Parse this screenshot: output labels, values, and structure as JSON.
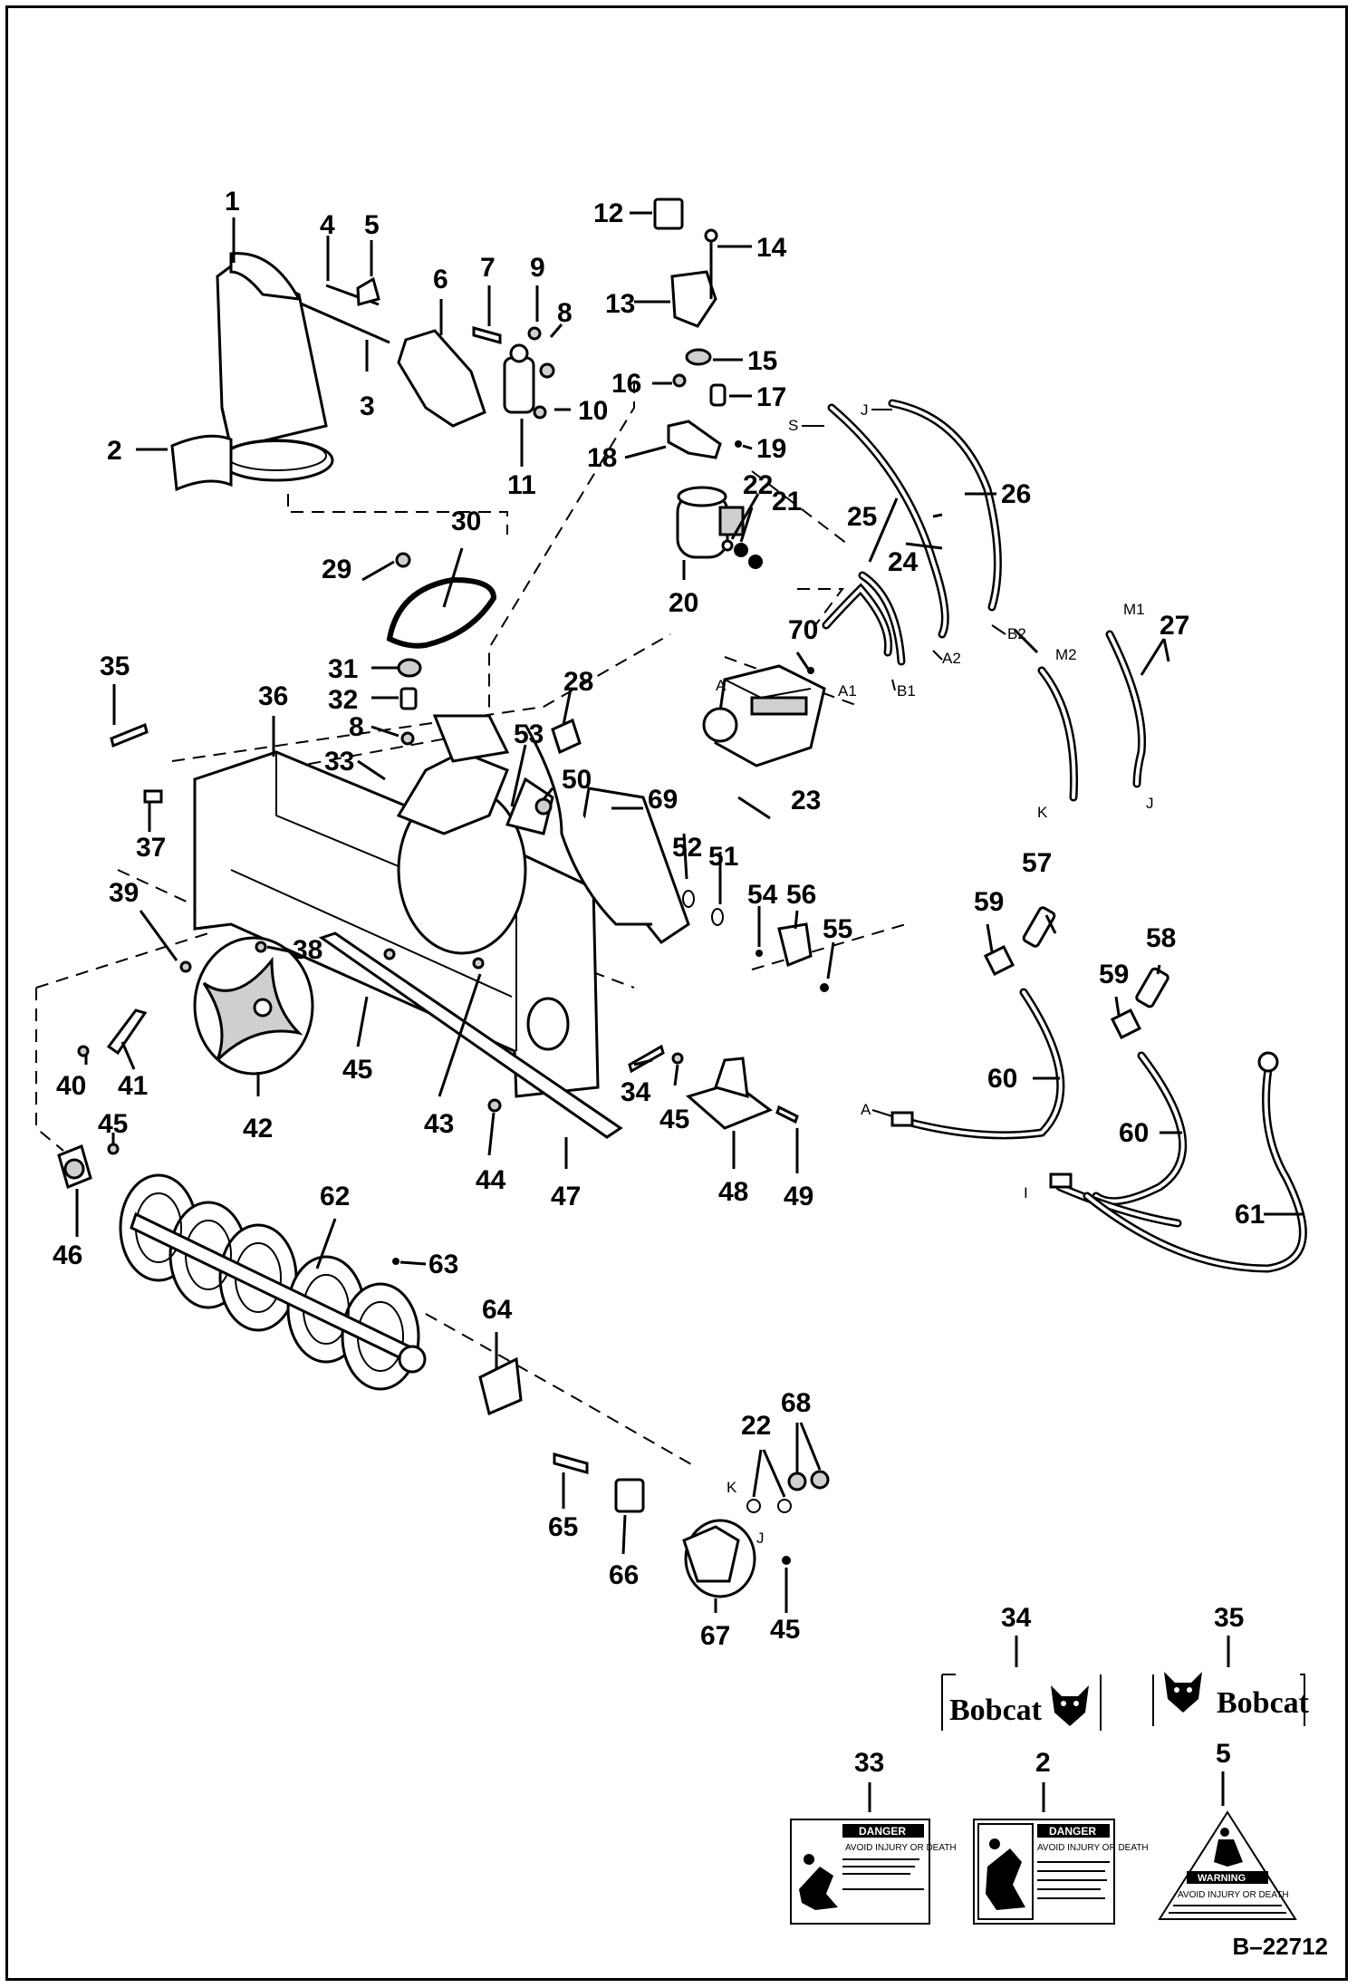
{
  "diagram": {
    "reference": "B–22712",
    "callouts": [
      "1",
      "2",
      "3",
      "4",
      "5",
      "6",
      "7",
      "8",
      "9",
      "10",
      "11",
      "12",
      "13",
      "14",
      "15",
      "16",
      "17",
      "18",
      "19",
      "20",
      "21",
      "22",
      "23",
      "24",
      "25",
      "26",
      "27",
      "28",
      "29",
      "30",
      "31",
      "32",
      "33",
      "34",
      "35",
      "36",
      "37",
      "38",
      "39",
      "40",
      "41",
      "42",
      "43",
      "44",
      "45",
      "46",
      "47",
      "48",
      "49",
      "50",
      "51",
      "52",
      "53",
      "54",
      "55",
      "56",
      "57",
      "58",
      "59",
      "60",
      "61",
      "62",
      "63",
      "64",
      "65",
      "66",
      "67",
      "68",
      "69",
      "70"
    ],
    "hose_tags": {
      "b2": "B2",
      "a2": "A2",
      "b1": "B1",
      "a1": "A1",
      "m1": "M1",
      "m2": "M2",
      "k": "K",
      "j": "J",
      "s": "S",
      "a": "A",
      "i": "I"
    },
    "decals": {
      "brand": "Bobcat",
      "danger": "DANGER",
      "warning": "WARNING",
      "danger_33_text": "AVOID INJURY OR DEATH",
      "danger_2_text": "AVOID INJURY OR DEATH",
      "warning_5_text": "AVOID INJURY OR DEATH"
    }
  }
}
